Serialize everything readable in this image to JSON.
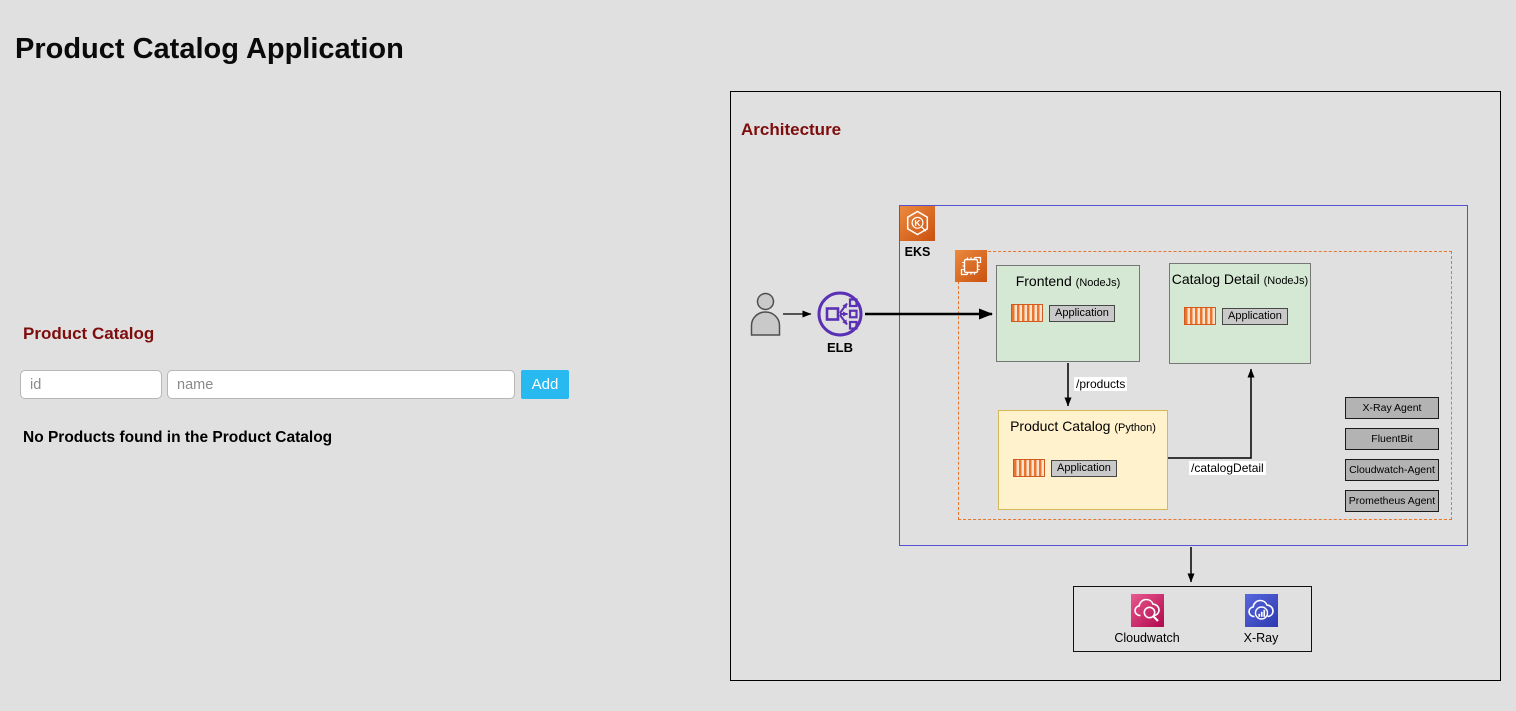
{
  "page": {
    "title": "Product Catalog Application"
  },
  "catalog_section": {
    "heading": "Product Catalog",
    "id_placeholder": "id",
    "name_placeholder": "name",
    "add_button": "Add",
    "empty_message": "No Products found in the Product Catalog"
  },
  "architecture": {
    "heading": "Architecture",
    "elb_label": "ELB",
    "eks_label": "EKS",
    "nodes": {
      "frontend": {
        "title": "Frontend",
        "runtime": "(NodeJs)",
        "badge": "Application"
      },
      "catalog_detail": {
        "title": "Catalog Detail",
        "runtime": "(NodeJs)",
        "badge": "Application"
      },
      "product_catalog": {
        "title": "Product Catalog",
        "runtime": "(Python)",
        "badge": "Application"
      }
    },
    "edges": {
      "frontend_to_product_catalog": "/products",
      "product_catalog_to_catalog_detail": "/catalogDetail"
    },
    "agents": [
      "X-Ray Agent",
      "FluentBit",
      "Cloudwatch-Agent",
      "Prometheus Agent"
    ],
    "monitoring": {
      "cloudwatch_label": "Cloudwatch",
      "xray_label": "X-Ray"
    },
    "icons": {
      "user": "user-icon",
      "elb": "load-balancer-icon",
      "eks": "eks-kubernetes-icon",
      "compute": "compute-chip-icon",
      "container": "container-icon",
      "cloudwatch": "cloudwatch-cloud-magnifier-icon",
      "xray": "xray-cloud-chart-icon"
    },
    "colors": {
      "heading_maroon": "#7e0d0d",
      "accent_cyan": "#29b9f1",
      "eks_border_blue": "#5552d1",
      "dashed_orange": "#e8762d",
      "node_green": "#d5e8d4",
      "node_yellow": "#fff2cc",
      "agent_gray": "#b3b3b3",
      "aws_orange": "#e07b39",
      "cloudwatch_pink": "#c7105e",
      "xray_blue": "#3b4bc8",
      "elb_purple": "#5a30b5"
    }
  }
}
